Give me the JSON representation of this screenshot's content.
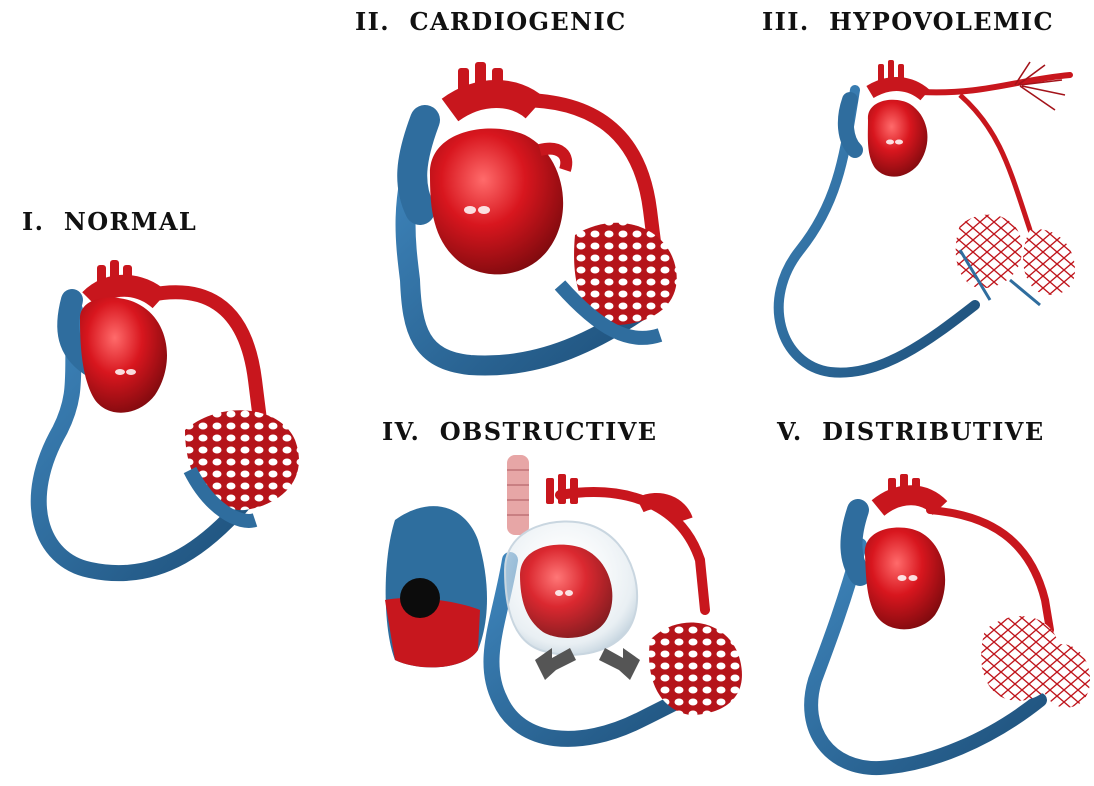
{
  "labels": {
    "normal": "I.  NORMAL",
    "cardiogenic": "II.  CARDIOGENIC",
    "hypovolemic": "III.  HYPOVOLEMIC",
    "obstructive": "IV.  OBSTRUCTIVE",
    "distributive": "V.  DISTRIBUTIVE"
  },
  "colors": {
    "artery": "#d3191f",
    "artery_dark": "#8e0d12",
    "vein": "#2f6d9e",
    "vein_dark": "#1b4a72",
    "heart": "#d61a22",
    "highlight": "#ff8c8c",
    "arrow": "#555555",
    "pericardium": "#dfe8ee",
    "lung_blue": "#2e6e9e",
    "lung_red": "#c7171e"
  }
}
